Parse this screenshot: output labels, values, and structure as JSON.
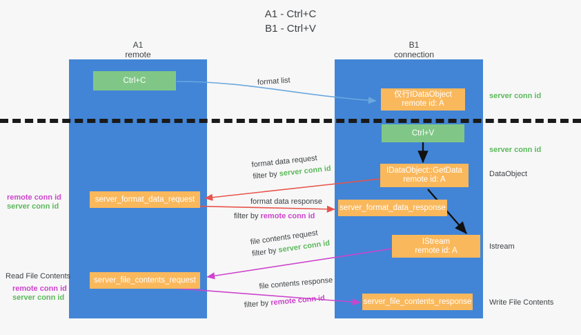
{
  "title": "A1 - Ctrl+C\nB1 - Ctrl+V",
  "columns": {
    "left": {
      "name": "A1",
      "role": "remote"
    },
    "right": {
      "name": "B1",
      "role": "connection"
    }
  },
  "boxes": {
    "ctrl_c": "Ctrl+C",
    "ctrl_v": "Ctrl+V",
    "idataobject": "仅行IDataObject\nremote id: A",
    "idataobject_line1": "仅行IDataObject",
    "idataobject_line2": "remote id: A",
    "getdata_line1": "IDataObject::GetData",
    "getdata_line2": "remote id: A",
    "istream_line1": "IStream",
    "istream_line2": "remote id: A",
    "server_format_data_request": "server_format_data_request",
    "server_format_data_response": "server_format_data_response",
    "server_file_contents_request": "server_file_contents_request",
    "server_file_contents_response": "server_file_contents_response"
  },
  "right_annotations": {
    "conn_id_1": "server conn id",
    "conn_id_2": "server conn id",
    "dataobject": "DataObject",
    "istream": "Istream",
    "write_file_contents": "Write File Contents"
  },
  "left_annotations": {
    "remote_conn_id_1": "remote conn id",
    "server_conn_id_1": "server conn id",
    "read_file_contents": "Read File Contents",
    "remote_conn_id_2": "remote conn id",
    "server_conn_id_2": "server conn id"
  },
  "edge_labels": {
    "format_list": "format list",
    "format_data_request": "format data request",
    "format_data_request_filter_prefix": "filter by ",
    "format_data_request_filter_key": "server conn id",
    "format_data_response": "format data response",
    "format_data_response_filter_prefix": "filter by ",
    "format_data_response_filter_key": "remote conn id",
    "file_contents_request": "file contents request",
    "file_contents_request_filter_prefix": "filter by ",
    "file_contents_request_filter_key": "server conn id",
    "file_contents_response": "file contents response",
    "file_contents_response_filter_prefix": "filter by ",
    "file_contents_response_filter_key": "remote conn id"
  },
  "colors": {
    "lane": "#4285d6",
    "green_box": "#80c787",
    "orange_box": "#fab85c",
    "green_text": "#5cb85c",
    "magenta_text": "#cc44cc",
    "arrow_blue": "#6aa8dd",
    "arrow_red": "#e8534a",
    "arrow_magenta": "#cc44cc",
    "arrow_black": "#111111",
    "background": "#f7f7f7"
  }
}
